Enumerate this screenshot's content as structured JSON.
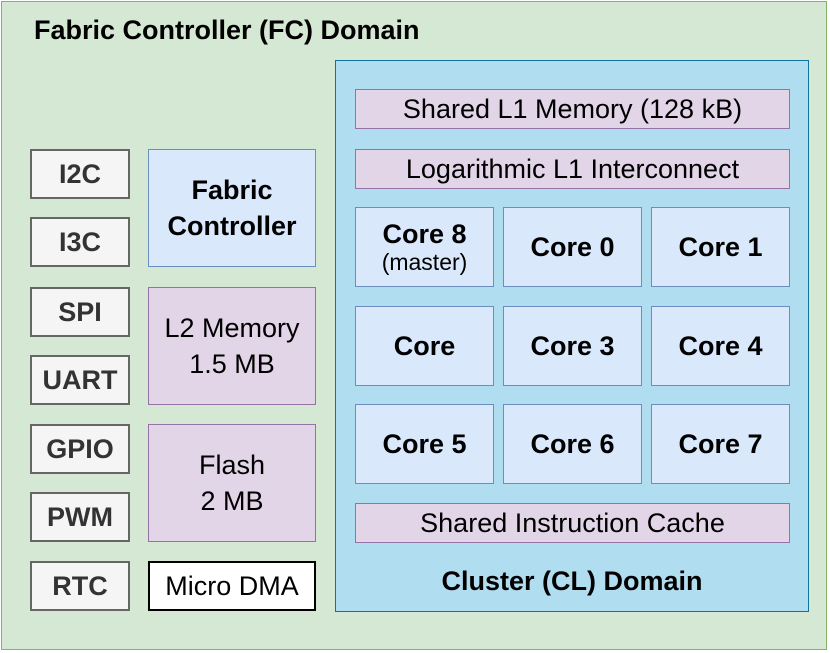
{
  "fc_domain": {
    "title": "Fabric Controller (FC) Domain"
  },
  "peripherals": [
    "I2C",
    "I3C",
    "SPI",
    "UART",
    "GPIO",
    "PWM",
    "RTC"
  ],
  "fabric_controller": {
    "line1": "Fabric",
    "line2": "Controller"
  },
  "l2_memory": {
    "line1": "L2 Memory",
    "line2": "1.5 MB"
  },
  "flash": {
    "line1": "Flash",
    "line2": "2 MB"
  },
  "micro_dma": {
    "label": "Micro DMA"
  },
  "cl_domain": {
    "title": "Cluster (CL) Domain",
    "shared_l1": "Shared L1 Memory (128 kB)",
    "interconnect": "Logarithmic L1 Interconnect",
    "cores": [
      {
        "label": "Core 8",
        "sub": "(master)"
      },
      {
        "label": "Core 0"
      },
      {
        "label": "Core 1"
      },
      {
        "label": "Core"
      },
      {
        "label": "Core 3"
      },
      {
        "label": "Core 4"
      },
      {
        "label": "Core 5"
      },
      {
        "label": "Core 6"
      },
      {
        "label": "Core 7"
      }
    ],
    "icache": "Shared Instruction Cache"
  },
  "colors": {
    "fc_fill": "#d5e8d4",
    "fc_border": "#82b366",
    "cl_fill": "#b1ddf0",
    "cl_border": "#10739e",
    "blue_fill": "#dae8fc",
    "blue_border": "#6c8ebf",
    "purple_fill": "#e1d5e7",
    "purple_border": "#9673a6",
    "periph_fill": "#f5f5f5",
    "periph_border": "#666666"
  }
}
